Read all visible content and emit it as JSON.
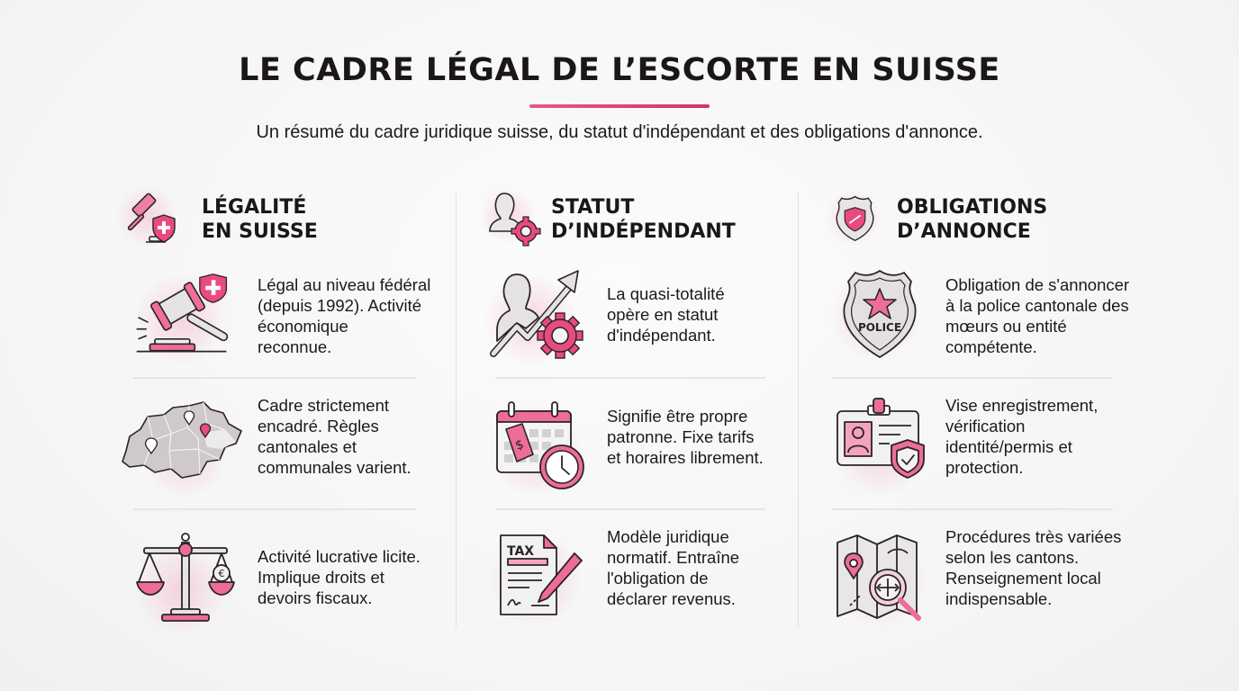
{
  "header": {
    "title": "LE CADRE LÉGAL DE L’ESCORTE EN SUISSE",
    "subtitle": "Un résumé du cadre juridique suisse, du statut d'indépendant et des obligations d'annonce."
  },
  "colors": {
    "accent": "#e0457a",
    "accent_dark": "#d6336c",
    "text": "#1c1a1b",
    "divider": "#e4e4e6"
  },
  "columns": [
    {
      "title_line1": "LÉGALITÉ",
      "title_line2": "EN SUISSE",
      "icon": "gavel-shield-icon",
      "items": [
        {
          "icon": "gavel-swiss-shield-icon",
          "text": "Légal au niveau fédéral\n(depuis 1992). Activité\néconomique\nreconnue."
        },
        {
          "icon": "switzerland-map-icon",
          "text": "Cadre strictement\nencadré. Règles\ncantonales et\ncommunales varient."
        },
        {
          "icon": "scales-euro-icon",
          "text": "Activité lucrative licite.\nImplique droits et\ndevoirs fiscaux."
        }
      ]
    },
    {
      "title_line1": "STATUT",
      "title_line2": "D’INDÉPENDANT",
      "icon": "user-gear-icon",
      "items": [
        {
          "icon": "user-growth-gear-icon",
          "text": "La quasi-totalité\nopère en statut\nd'indépendant."
        },
        {
          "icon": "calendar-price-clock-icon",
          "text": "Signifie être propre\npatronne. Fixe tarifs\net horaires librement."
        },
        {
          "icon": "tax-document-pen-icon",
          "text": "Modèle juridique\nnormatif. Entraîne\nl'obligation de\ndéclarer revenus."
        }
      ]
    },
    {
      "title_line1": "OBLIGATIONS",
      "title_line2": "D’ANNONCE",
      "icon": "badge-shield-icon",
      "items": [
        {
          "icon": "police-badge-icon",
          "text": "Obligation de s'annoncer\nà la police cantonale des\nmœurs ou entité\ncompétente."
        },
        {
          "icon": "id-card-shield-icon",
          "text": "Vise enregistrement,\nvérification\nidentité/permis et\nprotection."
        },
        {
          "icon": "map-magnifier-icon",
          "text": "Procédures très variées\nselon les cantons.\nRenseignement local\nindispensable."
        }
      ]
    }
  ],
  "icon_labels": {
    "tax": "TAX",
    "police": "POLICE"
  }
}
